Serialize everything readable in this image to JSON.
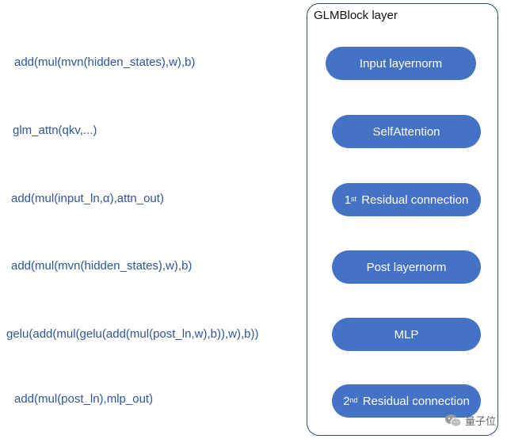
{
  "formulas": [
    "add(mul(mvn(hidden_states),w),b)",
    "glm_attn(qkv,...)",
    "add(mul(input_ln,α),attn_out)",
    "add(mul(mvn(hidden_states),w),b)",
    "gelu(add(mul(gelu(add(mul(post_ln,w),b)),w),b))",
    "add(mul(post_ln),mlp_out)"
  ],
  "block": {
    "title": "GLMBlock layer",
    "steps": [
      {
        "prefix": "",
        "sup": "",
        "label": "Input layernorm"
      },
      {
        "prefix": "",
        "sup": "",
        "label": "SelfAttention"
      },
      {
        "prefix": "1",
        "sup": "st",
        "label": " Residual connection"
      },
      {
        "prefix": "",
        "sup": "",
        "label": "Post layernorm"
      },
      {
        "prefix": "",
        "sup": "",
        "label": "MLP"
      },
      {
        "prefix": "2",
        "sup": "nd",
        "label": " Residual connection"
      }
    ]
  },
  "watermark": {
    "text": "量子位",
    "icon": "wechat-icon"
  },
  "colors": {
    "formula_text": "#2e5597",
    "pill_fill": "#4472c4",
    "container_border": "#2f4a7a"
  }
}
